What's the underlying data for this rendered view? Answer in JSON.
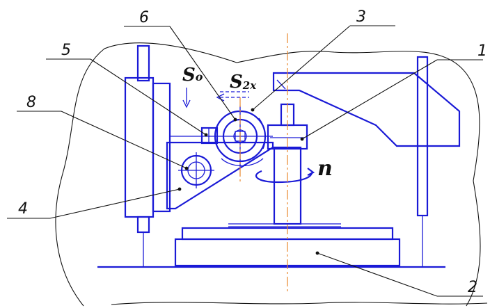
{
  "labels": {
    "l1": "1",
    "l2": "2",
    "l3": "3",
    "l4": "4",
    "l5": "5",
    "l6": "6",
    "l8": "8"
  },
  "symbols": {
    "s0_main": "S",
    "s0_sub": "o",
    "s2x_main": "S",
    "s2x_sub": "2x",
    "rotation": "n"
  },
  "colors": {
    "machine": "#1a1ad6",
    "leaders": "#111111",
    "axis": "#e8872b",
    "background": "#ffffff"
  }
}
